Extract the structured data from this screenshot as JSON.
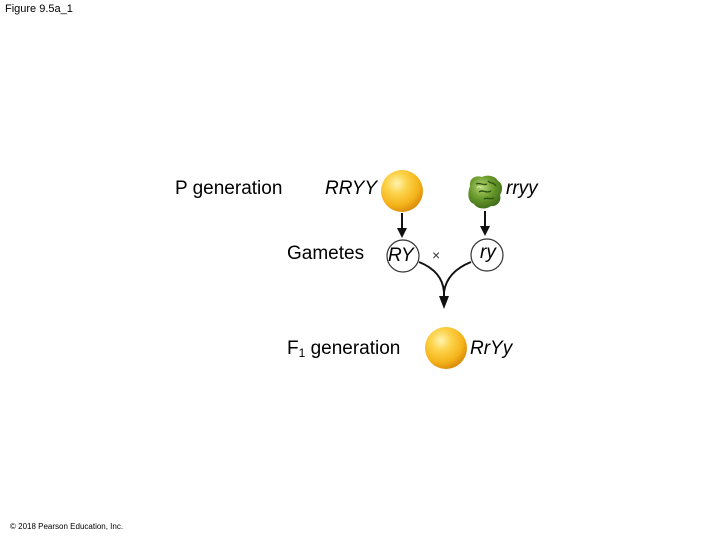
{
  "figure_label": "Figure 9.5a_1",
  "copyright": "© 2018 Pearson Education, Inc.",
  "p_generation": {
    "label": "P generation",
    "parent1_genotype": "RRYY",
    "parent1_seed": "yellow-round-seed",
    "parent2_genotype": "rryy",
    "parent2_seed": "green-wrinkled-seed"
  },
  "gametes": {
    "label": "Gametes",
    "gamete1": "RY",
    "gamete2": "ry",
    "cross_symbol": "×"
  },
  "f1_generation": {
    "label_prefix": "F",
    "label_subscript": "1",
    "label_suffix": " generation",
    "genotype": "RrYy",
    "seed": "yellow-round-seed"
  },
  "colors": {
    "yellow_seed": "#f5b31a",
    "green_seed": "#6a9a2c",
    "arrow": "#111111"
  }
}
